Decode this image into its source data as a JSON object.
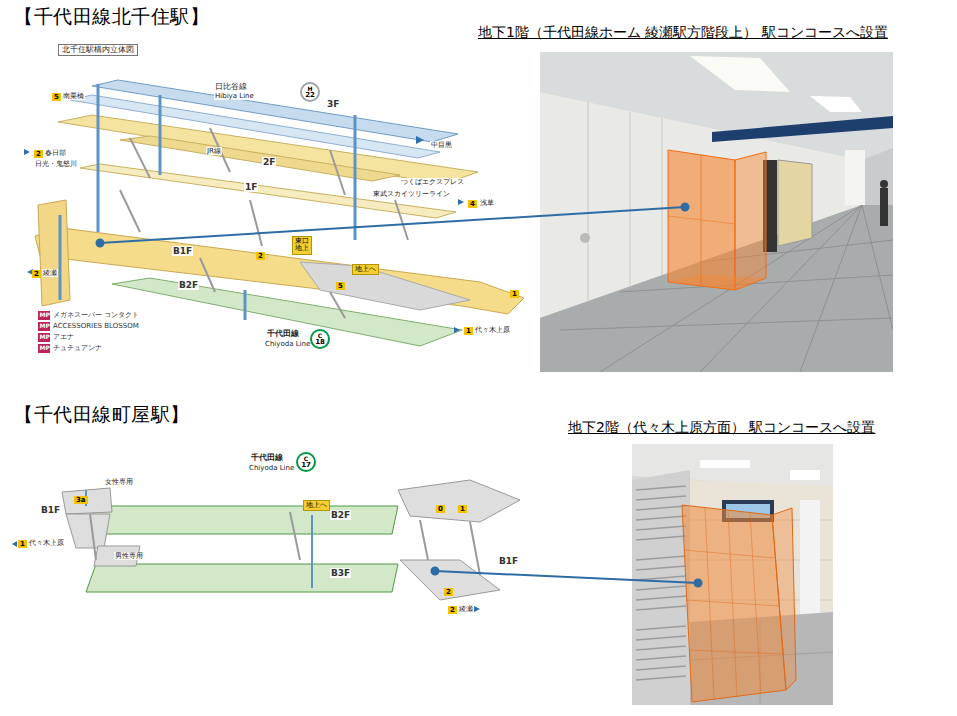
{
  "diagram": {
    "nodes": [
      {
        "text": [
          "北千住駅構内立体図"
        ]
      },
      {
        "text": [
          "H",
          "22"
        ]
      },
      {
        "text": [
          "地上へ"
        ]
      },
      {
        "text": [
          "東口",
          "地上"
        ]
      },
      {
        "text": [
          "C",
          "18"
        ]
      },
      {
        "text": [
          "C",
          "17"
        ]
      },
      {
        "text": [
          "地上へ"
        ]
      }
    ],
    "labels": [
      "【千代田線北千住駅】",
      "地下1階（千代田線ホーム 綾瀬駅方階段上） 駅コンコースへ設置",
      "日比谷線",
      "Hibiya Line",
      "3F",
      "2F",
      "1F",
      "B1F",
      "B2F",
      "5",
      "南栗橋",
      "中目黒",
      "4",
      "浅草",
      "2",
      "春日部",
      "日光・鬼怒川",
      "JR線",
      "つくばエクスプレス",
      "東武スカイツリーライン",
      "2",
      "綾瀬",
      "1",
      "代々木上原",
      "千代田線",
      "Chiyoda Line",
      "2",
      "5",
      "1",
      "MP",
      "MP",
      "MP",
      "MP",
      "【千代田線町屋駅】",
      "地下2階（代々木上原方面） 駅コンコースへ設置",
      "千代田線",
      "Chiyoda Line",
      "B1F",
      "B2F",
      "B3F",
      "B1F",
      "女性専用",
      "男性専用",
      "1",
      "代々木上原",
      "2",
      "綾瀬",
      "0",
      "1",
      "2",
      "3a"
    ],
    "legend": [
      {
        "text": "メガネスーパー コンタクト",
        "color": "#c0235a"
      },
      {
        "text": "ACCESSORIES BLOSSOM",
        "color": "#c0235a"
      },
      {
        "text": "アエナ",
        "color": "#c0235a"
      },
      {
        "text": "チュチュアンナ",
        "color": "#c0235a"
      }
    ]
  }
}
